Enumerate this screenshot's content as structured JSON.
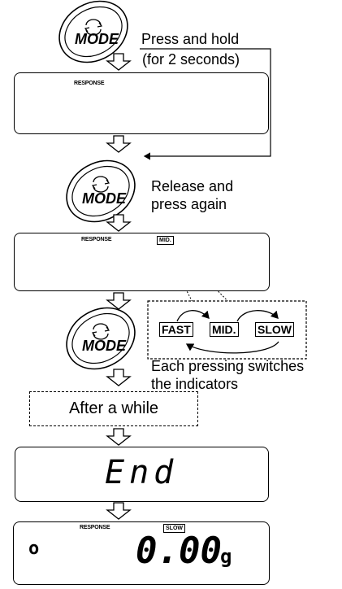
{
  "mode_button": {
    "label": "MODE"
  },
  "captions": {
    "press_hold_1": "Press and hold",
    "press_hold_2": "(for 2 seconds)",
    "release_1": "Release and",
    "release_2": "press again",
    "each_1": "Each pressing switches",
    "each_2": "the indicators"
  },
  "display1": {
    "indicator": "RESPONSE"
  },
  "display2": {
    "indicator": "RESPONSE",
    "value": "MID."
  },
  "options": [
    "FAST",
    "MID.",
    "SLOW"
  ],
  "after_text": "After a while",
  "display3": {
    "text": "End"
  },
  "display4": {
    "indicator": "RESPONSE",
    "selected": "SLOW",
    "value": "0.00",
    "unit": "g",
    "stable_mark": "o"
  }
}
